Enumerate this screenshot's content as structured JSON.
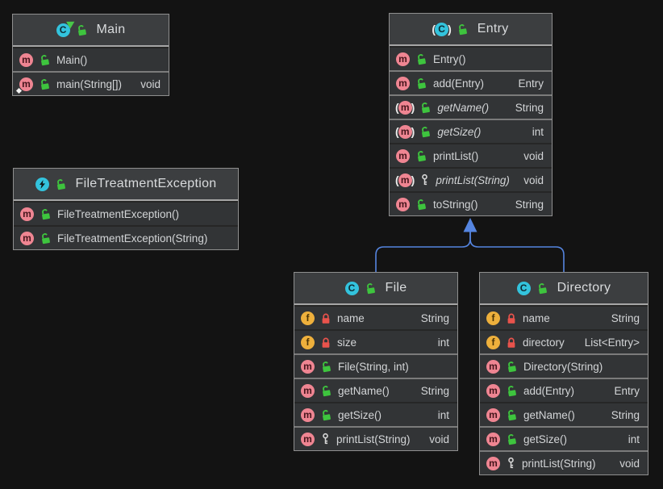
{
  "diagram": {
    "background": "#131313",
    "edge_color": "#5585e0",
    "node_border_color": "#8f8f8f",
    "class_icon_color": "#33c3dd",
    "method_icon_color": "#ef8592",
    "field_icon_color": "#eeb03c",
    "public_lock_color": "#3ec43e",
    "private_lock_color": "#e9534c"
  },
  "relationships": [
    {
      "from": "File",
      "to": "Entry",
      "type": "inheritance"
    },
    {
      "from": "Directory",
      "to": "Entry",
      "type": "inheritance"
    }
  ],
  "classes": [
    {
      "id": "main",
      "title": "Main",
      "icon": "runnable-class",
      "visibility": "public",
      "members": [
        {
          "kind": "method",
          "visibility": "public",
          "label": "Main()",
          "type": "",
          "sep": false
        },
        {
          "kind": "static-method",
          "visibility": "public",
          "label": "main(String[])",
          "type": "void",
          "sep": true
        }
      ]
    },
    {
      "id": "entry",
      "title": "Entry",
      "icon": "abstract-class",
      "visibility": "public",
      "members": [
        {
          "kind": "method",
          "visibility": "public",
          "label": "Entry()",
          "type": "",
          "sep": false
        },
        {
          "kind": "method",
          "visibility": "public",
          "label": "add(Entry)",
          "type": "Entry",
          "sep": true
        },
        {
          "kind": "abstract-method",
          "visibility": "public",
          "label": "getName()",
          "type": "String",
          "sep": true
        },
        {
          "kind": "abstract-method",
          "visibility": "public",
          "label": "getSize()",
          "type": "int",
          "sep": true
        },
        {
          "kind": "method",
          "visibility": "public",
          "label": "printList()",
          "type": "void",
          "sep": false
        },
        {
          "kind": "abstract-method",
          "visibility": "protected",
          "label": "printList(String)",
          "type": "void",
          "sep": false
        },
        {
          "kind": "method",
          "visibility": "public",
          "label": "toString()",
          "type": "String",
          "sep": false
        }
      ]
    },
    {
      "id": "fte",
      "title": "FileTreatmentException",
      "icon": "exception-class",
      "visibility": "public",
      "members": [
        {
          "kind": "method",
          "visibility": "public",
          "label": "FileTreatmentException()",
          "type": "",
          "sep": false
        },
        {
          "kind": "method",
          "visibility": "public",
          "label": "FileTreatmentException(String)",
          "type": "",
          "sep": false
        }
      ]
    },
    {
      "id": "file",
      "title": "File",
      "icon": "class",
      "visibility": "public",
      "members": [
        {
          "kind": "field",
          "visibility": "private",
          "label": "name",
          "type": "String",
          "sep": false
        },
        {
          "kind": "field",
          "visibility": "private",
          "label": "size",
          "type": "int",
          "sep": false
        },
        {
          "kind": "method",
          "visibility": "public",
          "label": "File(String, int)",
          "type": "",
          "sep": true
        },
        {
          "kind": "method",
          "visibility": "public",
          "label": "getName()",
          "type": "String",
          "sep": true
        },
        {
          "kind": "method",
          "visibility": "public",
          "label": "getSize()",
          "type": "int",
          "sep": false
        },
        {
          "kind": "method",
          "visibility": "protected",
          "label": "printList(String)",
          "type": "void",
          "sep": true
        }
      ]
    },
    {
      "id": "directory",
      "title": "Directory",
      "icon": "class",
      "visibility": "public",
      "members": [
        {
          "kind": "field",
          "visibility": "private",
          "label": "name",
          "type": "String",
          "sep": false
        },
        {
          "kind": "field",
          "visibility": "private",
          "label": "directory",
          "type": "List<Entry>",
          "sep": false
        },
        {
          "kind": "method",
          "visibility": "public",
          "label": "Directory(String)",
          "type": "",
          "sep": true
        },
        {
          "kind": "method",
          "visibility": "public",
          "label": "add(Entry)",
          "type": "Entry",
          "sep": true
        },
        {
          "kind": "method",
          "visibility": "public",
          "label": "getName()",
          "type": "String",
          "sep": false
        },
        {
          "kind": "method",
          "visibility": "public",
          "label": "getSize()",
          "type": "int",
          "sep": true
        },
        {
          "kind": "method",
          "visibility": "protected",
          "label": "printList(String)",
          "type": "void",
          "sep": true
        }
      ]
    }
  ]
}
